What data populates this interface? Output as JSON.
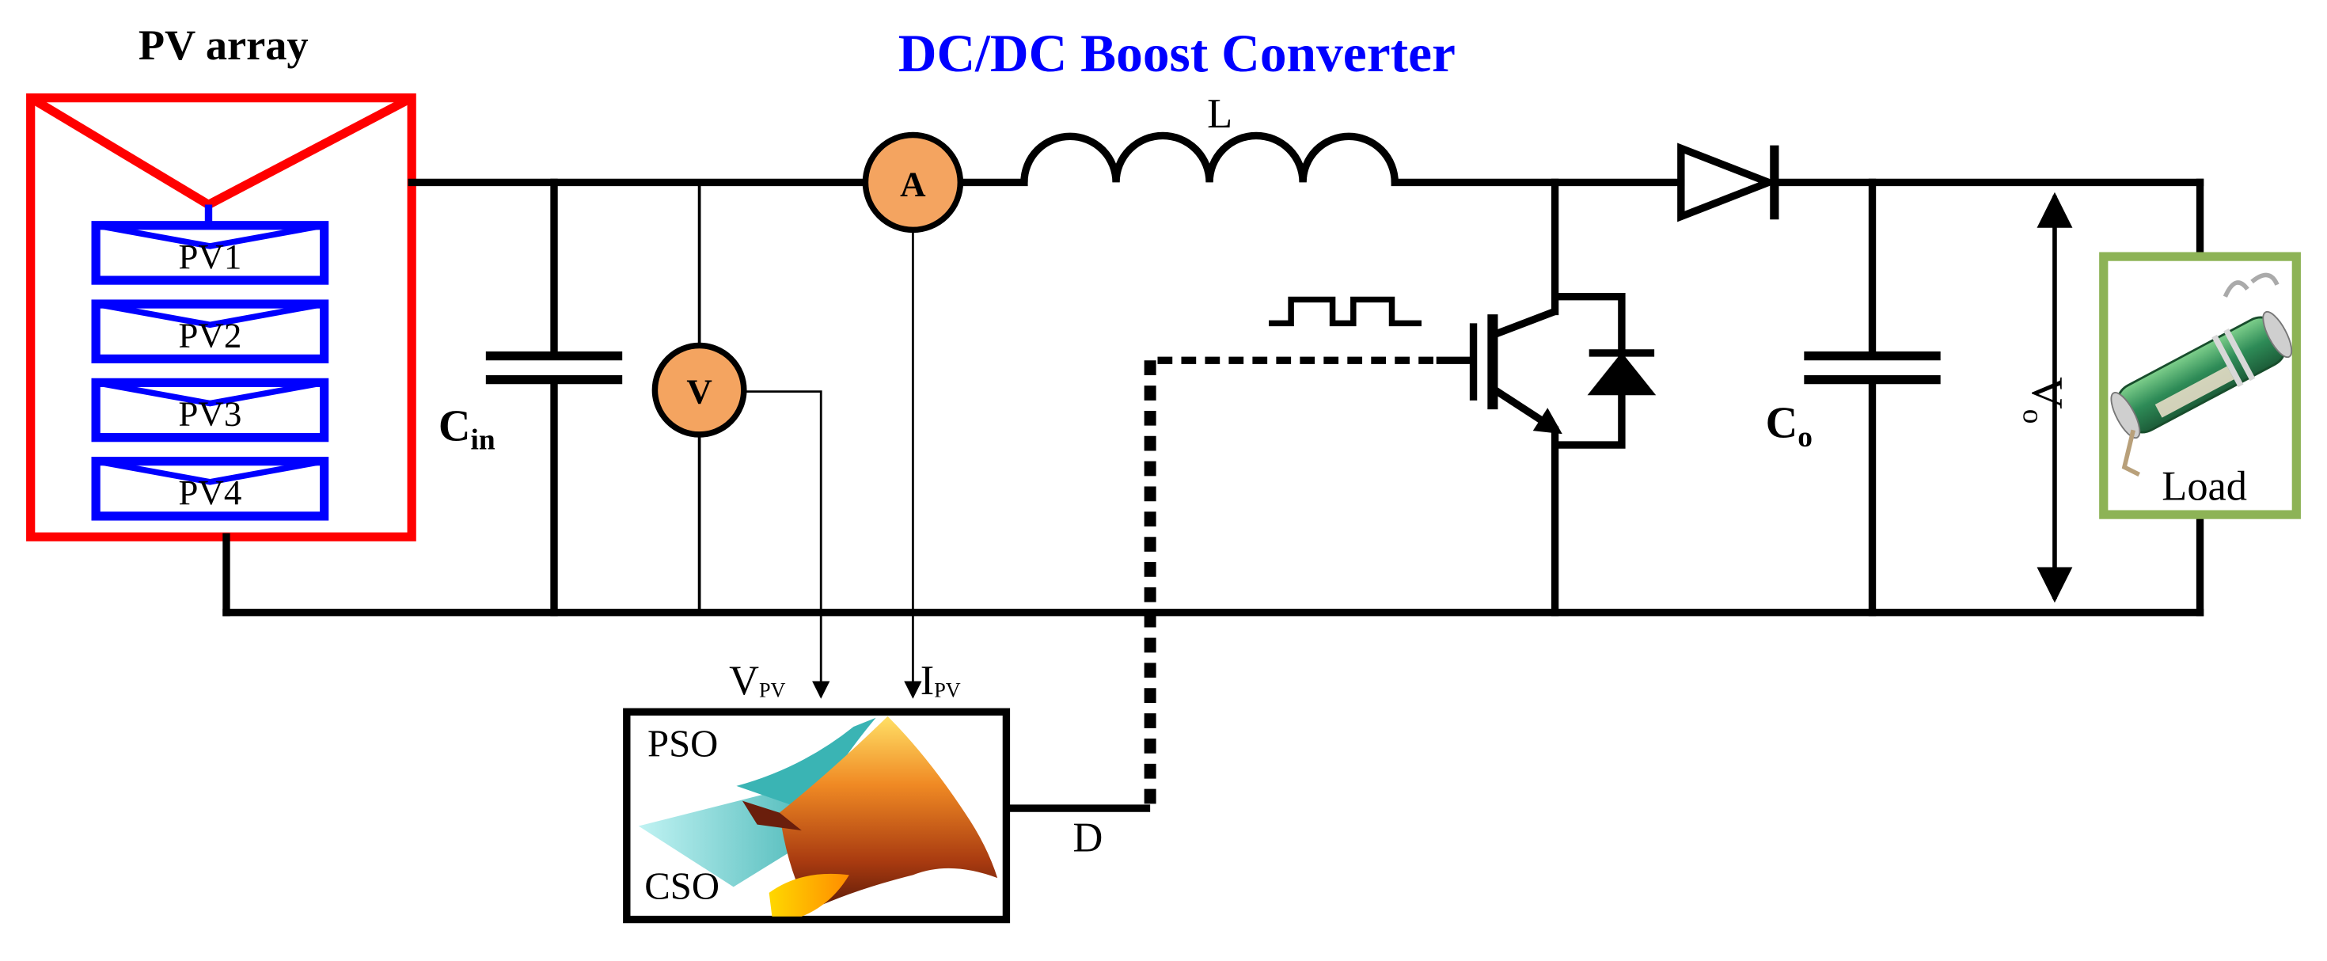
{
  "labels": {
    "pv_array": "PV array",
    "title": "DC/DC Boost Converter",
    "inductor": "L",
    "cin_main": "C",
    "cin_sub": "in",
    "co_main": "C",
    "co_sub": "o",
    "voltmeter": "V",
    "ammeter": "A",
    "vo": "V",
    "vo_sub": "o",
    "load": "Load",
    "vpv_main": "V",
    "vpv_sub": "PV",
    "ipv_main": "I",
    "ipv_sub": "PV",
    "pso": "PSO",
    "cso": "CSO",
    "duty": "D"
  },
  "pv_modules": [
    "PV1",
    "PV2",
    "PV3",
    "PV4"
  ],
  "colors": {
    "wire": "#000000",
    "pv_frame": "#ff0000",
    "pv_module": "#0000ff",
    "title": "#0000ff",
    "meter_fill": "#f4a460",
    "load_border": "#8db356",
    "resistor_body": "#2e8b57"
  }
}
